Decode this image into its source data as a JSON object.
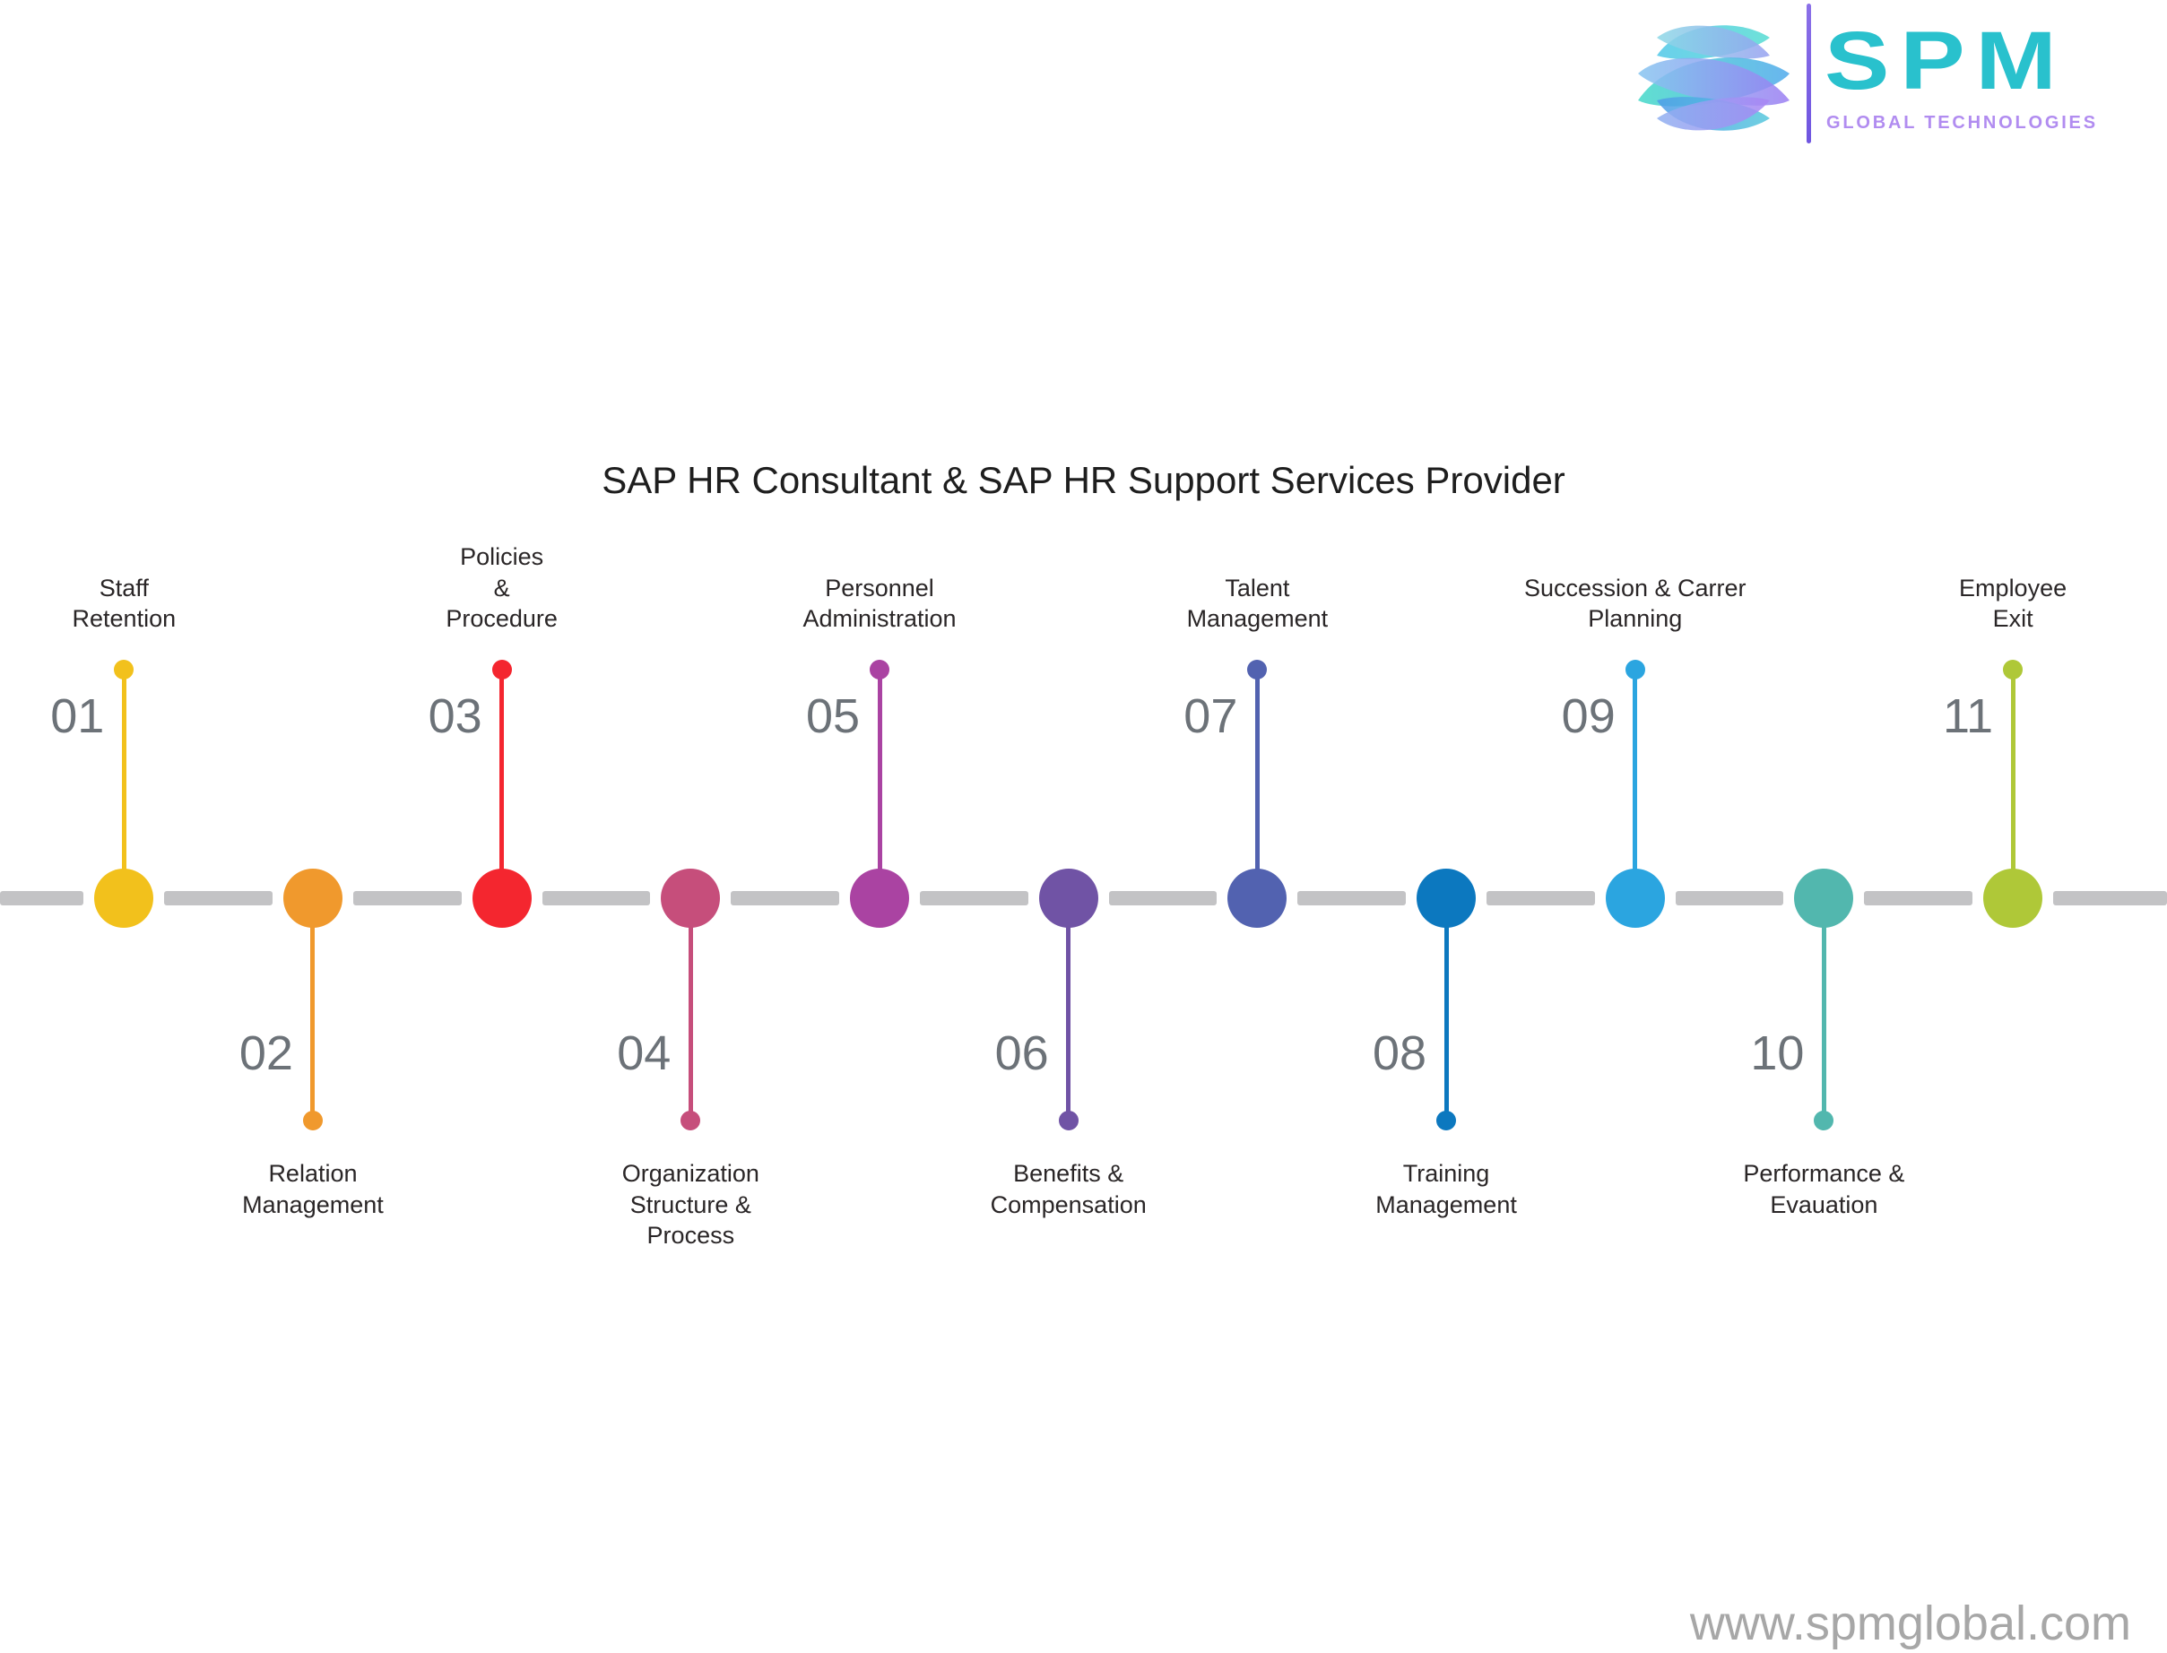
{
  "css_vars": {
    "wordmark-teal": "#29C1CD",
    "subtitle-purple": "#B18CF0",
    "sep-purple": "#8B70E8",
    "bar-gray": "#C3C3C5",
    "number-gray": "#6C7278",
    "title-black": "#1E1E1E",
    "label-black": "#2A2627",
    "footer-gray": "#A7A7A7"
  },
  "logo": {
    "brand": "SPM",
    "subtitle": "GLOBAL TECHNOLOGIES",
    "globe_palette": [
      "#44D9C8",
      "#4FA9EC",
      "#86C5F0",
      "#9B7DF2",
      "#4FC7E8",
      "#55DCD2",
      "#8CD8E6",
      "#96A0F0",
      "#4F9BE8",
      "#55C8DC",
      "#8FB0F0",
      "#A884F4"
    ]
  },
  "title": "SAP HR Consultant & SAP HR Support Services Provider",
  "footer": "www.spmglobal.com",
  "timeline": {
    "bar_color": "#C3C3C5",
    "items": [
      {
        "number": "01",
        "label": "Staff\nRetention",
        "color": "#F2C11C",
        "position": "above"
      },
      {
        "number": "02",
        "label": "Relation\nManagement",
        "color": "#F0992D",
        "position": "below"
      },
      {
        "number": "03",
        "label": "Policies\n&\nProcedure",
        "color": "#F4262F",
        "position": "above"
      },
      {
        "number": "04",
        "label": "Organization\nStructure &\nProcess",
        "color": "#C64E7B",
        "position": "below"
      },
      {
        "number": "05",
        "label": "Personnel\nAdministration",
        "color": "#AA43A2",
        "position": "above"
      },
      {
        "number": "06",
        "label": "Benefits &\nCompensation",
        "color": "#7053A5",
        "position": "below"
      },
      {
        "number": "07",
        "label": "Talent\nManagement",
        "color": "#5262B0",
        "position": "above"
      },
      {
        "number": "08",
        "label": "Training\nManagement",
        "color": "#0C78BF",
        "position": "below"
      },
      {
        "number": "09",
        "label": "Succession & Carrer\nPlanning",
        "color": "#2BA5E0",
        "position": "above"
      },
      {
        "number": "10",
        "label": "Performance &\nEvauation",
        "color": "#52B7AE",
        "position": "below"
      },
      {
        "number": "11",
        "label": "Employee\nExit",
        "color": "#AFC838",
        "position": "above"
      }
    ]
  }
}
